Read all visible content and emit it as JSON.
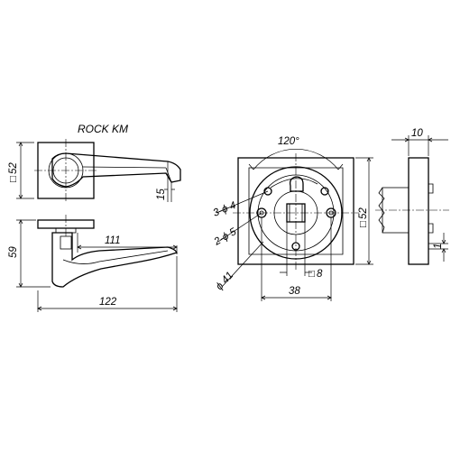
{
  "title": "ROCK KM",
  "dimensions": {
    "rose_side": "52",
    "lever_height": "15",
    "projection": "59",
    "lever_reach": "111",
    "lever_length": "122",
    "rotation_angle": "120°",
    "holes_small": "3-ϕ 4",
    "holes_large": "2-ϕ 5",
    "circle_diameter": "ϕ 41",
    "square_spindle": "8",
    "hole_spacing": "38",
    "base_side": "52",
    "rose_thickness": "10",
    "gap": "1"
  },
  "square_prefix": "□",
  "colors": {
    "ink": "#000000",
    "background": "#ffffff"
  }
}
